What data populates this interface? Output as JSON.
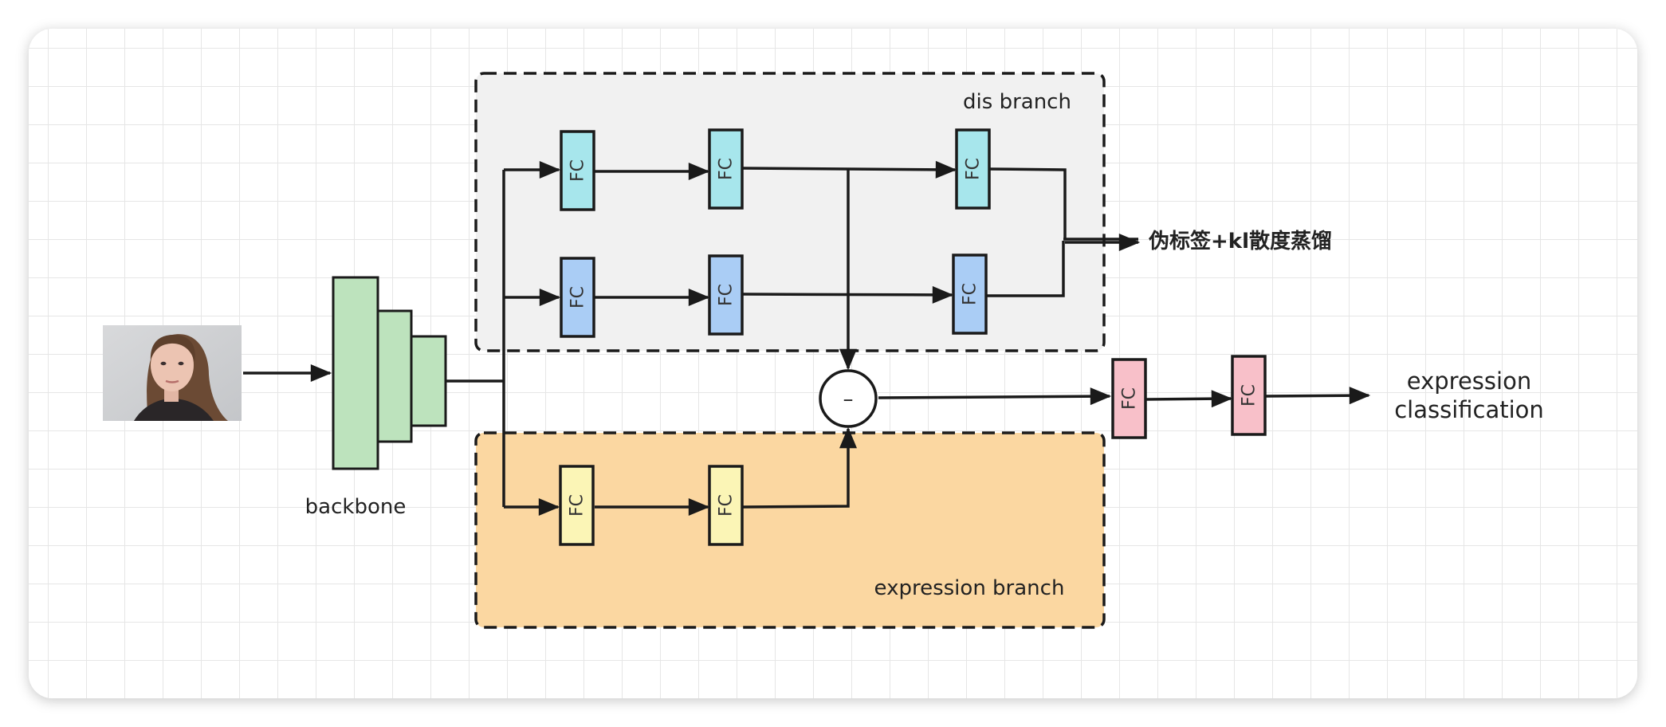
{
  "labels": {
    "backbone": "backbone",
    "dis_branch": "dis branch",
    "expression_branch": "expression branch",
    "kl_output": "伪标签+kl散度蒸馏",
    "out_line1": "expression",
    "out_line2": "classification",
    "subtract_symbol": "–"
  },
  "fc_label": "FC",
  "fc_boxes": [
    {
      "name": "dis-fc-top-1",
      "label": "FC",
      "color": "#a7e6ec"
    },
    {
      "name": "dis-fc-top-2",
      "label": "FC",
      "color": "#a7e6ec"
    },
    {
      "name": "dis-fc-top-3",
      "label": "FC",
      "color": "#a7e6ec"
    },
    {
      "name": "dis-fc-bottom-1",
      "label": "FC",
      "color": "#aacdf5"
    },
    {
      "name": "dis-fc-bottom-2",
      "label": "FC",
      "color": "#aacdf5"
    },
    {
      "name": "dis-fc-bottom-3",
      "label": "FC",
      "color": "#aacdf5"
    },
    {
      "name": "expr-fc-1",
      "label": "FC",
      "color": "#fbf5b6"
    },
    {
      "name": "expr-fc-2",
      "label": "FC",
      "color": "#fbf5b6"
    },
    {
      "name": "cls-fc-1",
      "label": "FC",
      "color": "#f8c0c9"
    },
    {
      "name": "cls-fc-2",
      "label": "FC",
      "color": "#f8c0c9"
    }
  ],
  "colors": {
    "dis_branch_fill": "#f1f1f1",
    "expression_branch_fill": "#fbd7a1",
    "backbone_fill": "#bde3bd",
    "grid": "#e6e6e6",
    "line": "#1a1a1a"
  },
  "image": {
    "depicts": "face photo of a young woman"
  }
}
